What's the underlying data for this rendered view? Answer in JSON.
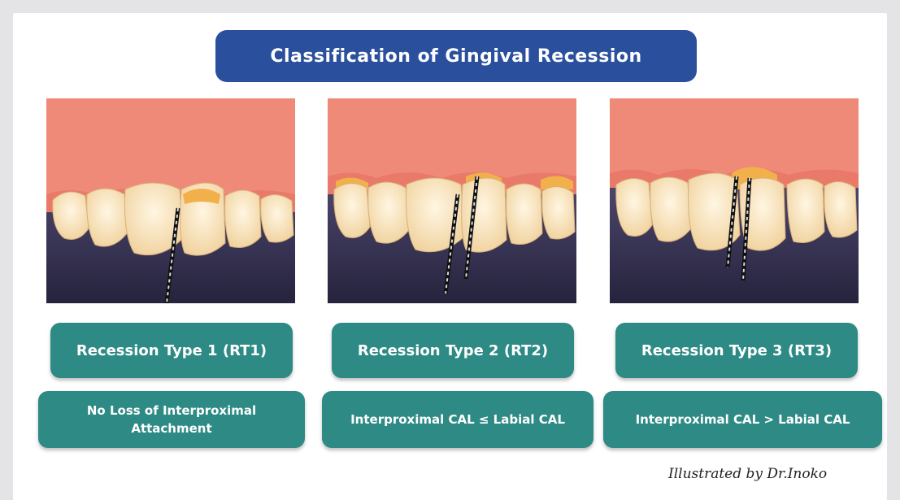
{
  "title": "Classification of Gingival Recession",
  "types": [
    {
      "label": "Recession Type 1 (RT1)",
      "description": "No Loss of Interproximal Attachment"
    },
    {
      "label": "Recession Type 2 (RT2)",
      "description": "Interproximal CAL ≤ Labial CAL"
    },
    {
      "label": "Recession Type 3 (RT3)",
      "description": "Interproximal CAL > Labial CAL"
    }
  ],
  "credit": "Illustrated by Dr.Inoko",
  "colors": {
    "title_bg": "#2a4f9d",
    "label_bg": "#2d8a84",
    "gum": "#f08a78",
    "tooth": "#fbe6c0",
    "background": "#2e2c4a"
  }
}
